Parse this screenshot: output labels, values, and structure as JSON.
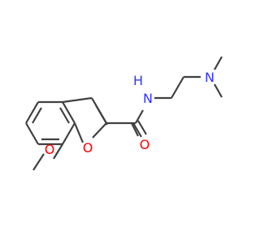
{
  "molecule": {
    "atoms": {
      "amide_n": "N",
      "amine_n": "N",
      "carbonyl_o": "O",
      "furan_o": "O",
      "methoxy_o": "O",
      "amide_h": "H"
    }
  },
  "colors": {
    "bond": "#404040",
    "oxygen": "#ff0000",
    "nitrogen": "#3333ff"
  }
}
